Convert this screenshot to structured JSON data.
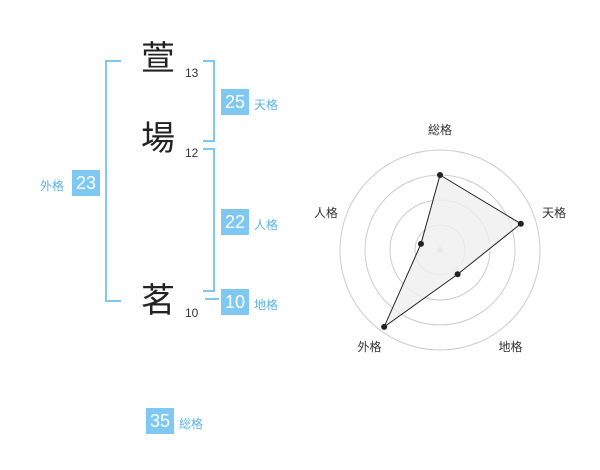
{
  "name": {
    "chars": [
      {
        "char": "萱",
        "strokes": "13"
      },
      {
        "char": "場",
        "strokes": "12"
      },
      {
        "char": "茗",
        "strokes": "10"
      }
    ]
  },
  "fortune": {
    "tenkaku": {
      "value": "25",
      "label": "天格"
    },
    "jinkaku": {
      "value": "22",
      "label": "人格"
    },
    "chikaku": {
      "value": "10",
      "label": "地格"
    },
    "gaikaku": {
      "value": "23",
      "label": "外格"
    },
    "soukaku": {
      "value": "35",
      "label": "総格"
    }
  },
  "chart_data": {
    "type": "radar",
    "axes": [
      "総格",
      "天格",
      "地格",
      "外格",
      "人格"
    ],
    "values": [
      0.75,
      0.85,
      0.3,
      0.95,
      0.2
    ],
    "rings": 4,
    "range": [
      0,
      1
    ],
    "fill_color": "#efefef",
    "line_color": "#222222",
    "grid_color": "#cccccc"
  }
}
